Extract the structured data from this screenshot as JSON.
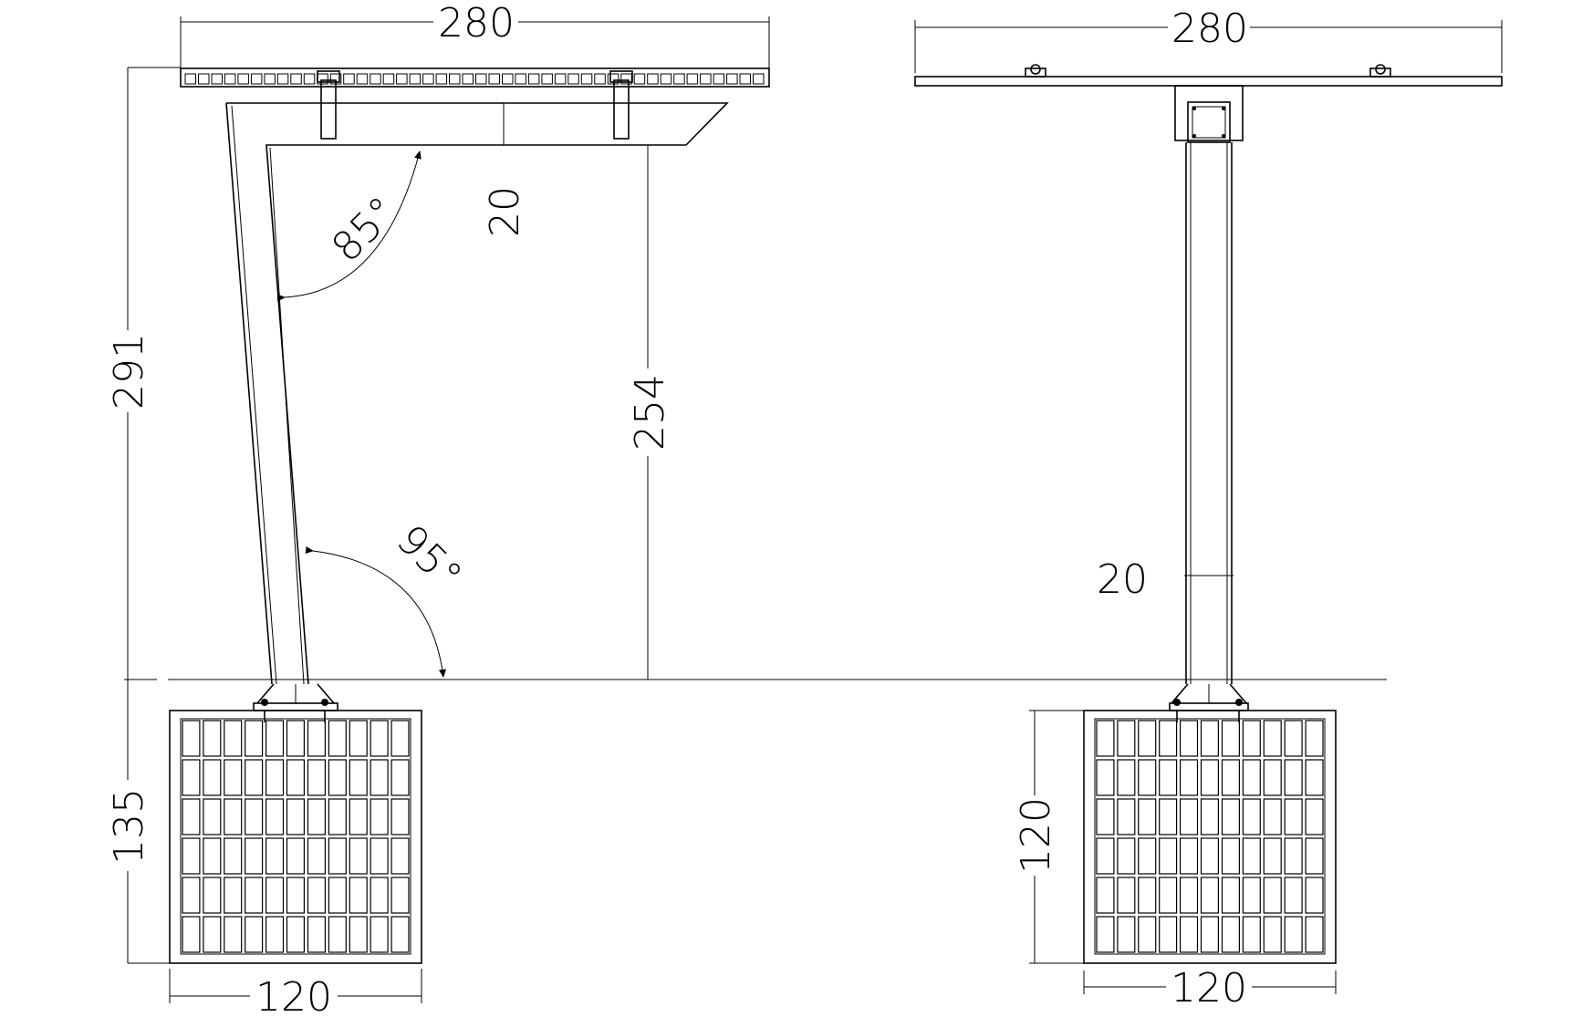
{
  "left_view": {
    "width_top": "280",
    "height_total": "291",
    "beam_depth": "20",
    "column_height": "254",
    "angle_top": "85°",
    "angle_bottom": "95°",
    "base_height": "135",
    "base_width": "120"
  },
  "right_view": {
    "width_top": "280",
    "column_width": "20",
    "base_height": "120",
    "base_width": "120"
  }
}
